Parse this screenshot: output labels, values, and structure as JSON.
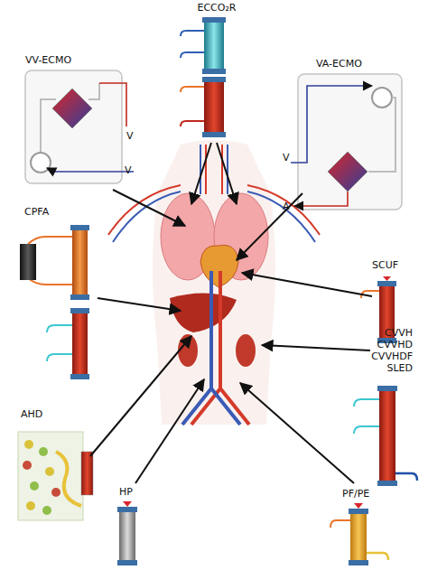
{
  "diagram": {
    "nodes": [
      {
        "text": [
          "ECCO₂R"
        ]
      },
      {
        "text": [
          "VV-ECMO",
          "V",
          "V"
        ]
      },
      {
        "text": [
          "VA-ECMO",
          "V",
          "A"
        ]
      },
      {
        "text": [
          "CPFA"
        ]
      },
      {
        "text": [
          "SCUF"
        ]
      },
      {
        "text": [
          "CVVH",
          "CVVHD",
          "CVVHDF",
          "SLED"
        ]
      },
      {
        "text": [
          "AHD"
        ]
      },
      {
        "text": [
          "HP"
        ]
      },
      {
        "text": [
          "PF/PE"
        ]
      }
    ]
  }
}
